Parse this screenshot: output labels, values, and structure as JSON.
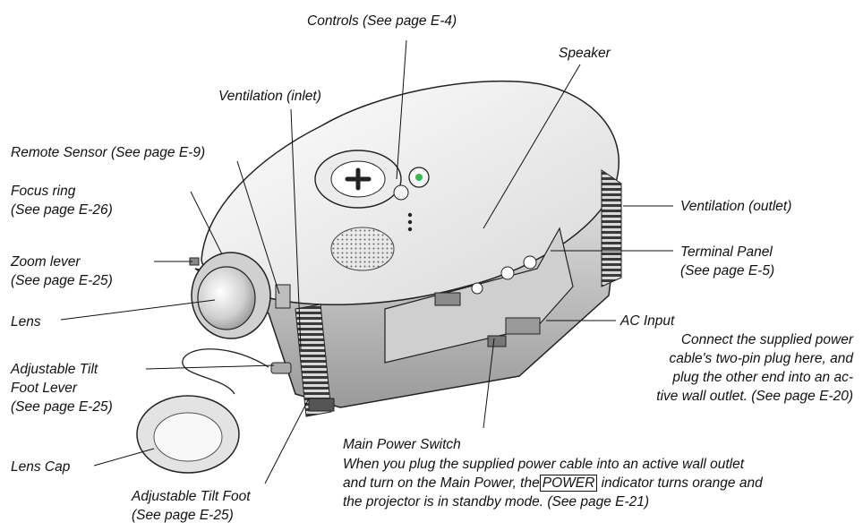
{
  "labels": {
    "controls": "Controls (See page E-4)",
    "speaker": "Speaker",
    "ventilation_inlet": "Ventilation (inlet)",
    "remote_sensor": "Remote Sensor (See page E-9)",
    "focus_ring": "Focus ring",
    "focus_ring_ref": "(See page E-26)",
    "zoom_lever": "Zoom lever",
    "zoom_lever_ref": "(See page E-25)",
    "lens": "Lens",
    "tilt_lever_1": "Adjustable Tilt",
    "tilt_lever_2": "Foot Lever",
    "tilt_lever_ref": "(See page E-25)",
    "lens_cap": "Lens Cap",
    "tilt_foot": "Adjustable Tilt Foot",
    "tilt_foot_ref": "(See page E-25)",
    "ventilation_outlet": "Ventilation (outlet)",
    "terminal_panel": "Terminal Panel",
    "terminal_panel_ref": "(See page E-5)",
    "ac_input": "AC Input",
    "ac_input_desc_1": "Connect the supplied power",
    "ac_input_desc_2": "cable's two-pin plug here, and",
    "ac_input_desc_3": "plug the other end into an ac-",
    "ac_input_desc_4": "tive wall outlet. (See page E-20)",
    "main_power_switch": "Main Power Switch",
    "main_power_desc_1": "When you plug the supplied power cable into an active wall outlet",
    "main_power_desc_2a": "and turn on the Main Power, the",
    "main_power_desc_2b": "POWER",
    "main_power_desc_2c": "indicator turns orange and",
    "main_power_desc_3": "the projector is in standby mode. (See page E-21)"
  },
  "colors": {
    "ink": "#111111",
    "body_light": "#f2f2f2",
    "body_shade": "#bdbdbd",
    "grille": "#3a3a3a",
    "led_green": "#2fbf4a"
  }
}
